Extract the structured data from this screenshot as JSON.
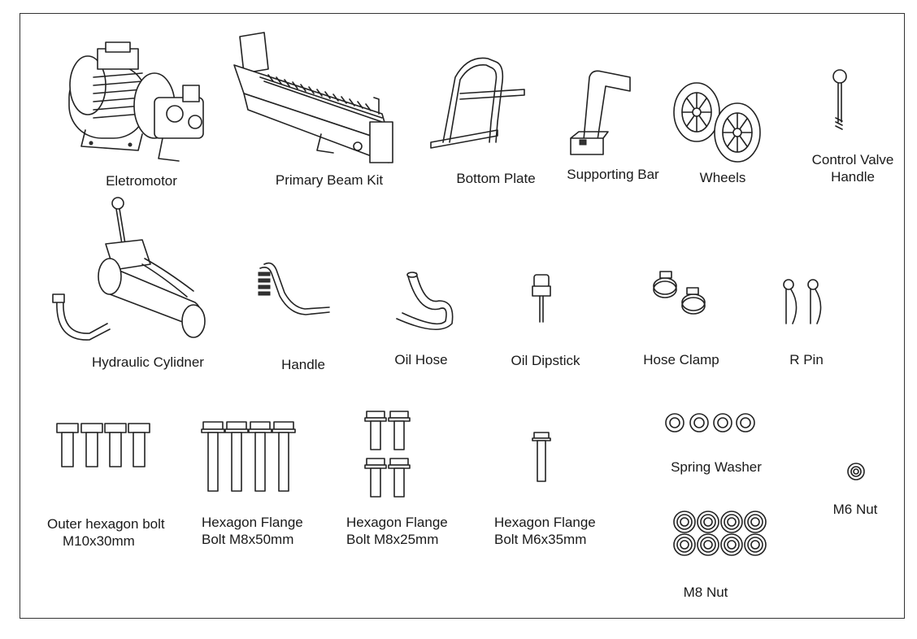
{
  "parts": [
    {
      "id": "eletromotor",
      "label": "Eletromotor"
    },
    {
      "id": "primary-beam-kit",
      "label": "Primary Beam Kit"
    },
    {
      "id": "bottom-plate",
      "label": "Bottom Plate"
    },
    {
      "id": "supporting-bar",
      "label": "Supporting Bar"
    },
    {
      "id": "wheels",
      "label": "Wheels"
    },
    {
      "id": "control-valve-handle",
      "label_line1": "Control Valve",
      "label_line2": "Handle"
    },
    {
      "id": "hydraulic-cylinder",
      "label": "Hydraulic Cylidner"
    },
    {
      "id": "handle",
      "label": "Handle"
    },
    {
      "id": "oil-hose",
      "label": "Oil Hose"
    },
    {
      "id": "oil-dipstick",
      "label": "Oil Dipstick"
    },
    {
      "id": "hose-clamp",
      "label": "Hose Clamp"
    },
    {
      "id": "r-pin",
      "label": "R Pin"
    },
    {
      "id": "outer-hexagon-bolt",
      "label_line1": "Outer hexagon bolt",
      "label_line2": "M10x30mm"
    },
    {
      "id": "hexagon-flange-bolt-m8x50",
      "label_line1": "Hexagon Flange",
      "label_line2": "Bolt M8x50mm"
    },
    {
      "id": "hexagon-flange-bolt-m8x25",
      "label_line1": "Hexagon Flange",
      "label_line2": "Bolt M8x25mm"
    },
    {
      "id": "hexagon-flange-bolt-m6x35",
      "label_line1": "Hexagon Flange",
      "label_line2": "Bolt M6x35mm"
    },
    {
      "id": "spring-washer",
      "label": "Spring Washer"
    },
    {
      "id": "m6-nut",
      "label": "M6 Nut"
    },
    {
      "id": "m8-nut",
      "label": "M8 Nut"
    }
  ],
  "colors": {
    "line": "#222222",
    "background": "#ffffff",
    "frame": "#333333"
  }
}
